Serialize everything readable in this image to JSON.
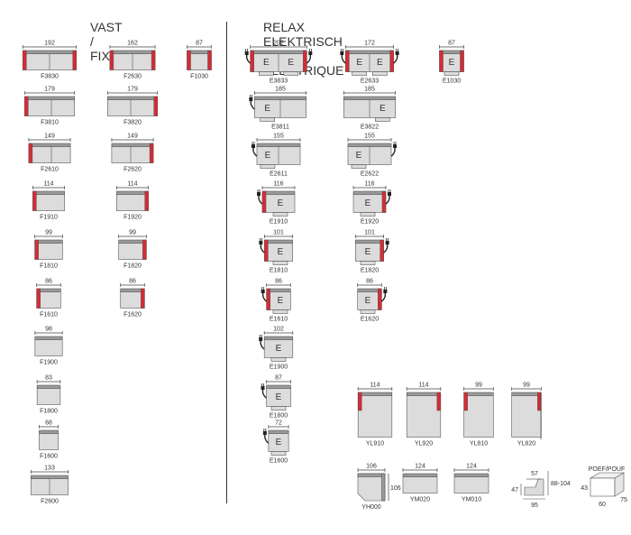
{
  "headings": {
    "fixed": "VAST / FIXE",
    "relax": "RELAX ELEKTRISCH / ELECTRIQUE"
  },
  "colors": {
    "body": "#dcdcdc",
    "back": "#9a9a9a",
    "stroke": "#555555",
    "arm": "#d62b35",
    "line": "#444444",
    "motor_letter": "#333333"
  },
  "motor_letter": "E",
  "fixed_models": [
    {
      "code": "F3830",
      "width": "192"
    },
    {
      "code": "F2630",
      "width": "162"
    },
    {
      "code": "F1030",
      "width": "87"
    },
    {
      "code": "F3810",
      "width": "179"
    },
    {
      "code": "F3820",
      "width": "179"
    },
    {
      "code": "F2610",
      "width": "149"
    },
    {
      "code": "F2620",
      "width": "149"
    },
    {
      "code": "F1910",
      "width": "114"
    },
    {
      "code": "F1920",
      "width": "114"
    },
    {
      "code": "F1810",
      "width": "99"
    },
    {
      "code": "F1820",
      "width": "99"
    },
    {
      "code": "F1610",
      "width": "86"
    },
    {
      "code": "F1620",
      "width": "86"
    },
    {
      "code": "F1900",
      "width": "98"
    },
    {
      "code": "F1800",
      "width": "83"
    },
    {
      "code": "F1600",
      "width": "68"
    },
    {
      "code": "F2600",
      "width": "133"
    }
  ],
  "relax_models": [
    {
      "code": "E3833",
      "width": "202"
    },
    {
      "code": "E2633",
      "width": "172"
    },
    {
      "code": "E1030",
      "width": "87"
    },
    {
      "code": "E3811",
      "width": "185"
    },
    {
      "code": "E3822",
      "width": "185"
    },
    {
      "code": "E2611",
      "width": "155"
    },
    {
      "code": "E2622",
      "width": "155"
    },
    {
      "code": "E1910",
      "width": "116"
    },
    {
      "code": "E1920",
      "width": "116"
    },
    {
      "code": "E1810",
      "width": "101"
    },
    {
      "code": "E1820",
      "width": "101"
    },
    {
      "code": "E1610",
      "width": "86"
    },
    {
      "code": "E1620",
      "width": "86"
    },
    {
      "code": "E1900",
      "width": "102"
    },
    {
      "code": "E1800",
      "width": "87"
    },
    {
      "code": "E1600",
      "width": "72"
    }
  ],
  "chaise_models": [
    {
      "code": "YL910",
      "width": "114"
    },
    {
      "code": "YL920",
      "width": "114"
    },
    {
      "code": "YL810",
      "width": "99"
    },
    {
      "code": "YL820",
      "width": "99"
    }
  ],
  "corner_models": [
    {
      "code": "YH000",
      "width": "106",
      "depth": "106"
    },
    {
      "code": "YM020",
      "width": "124"
    },
    {
      "code": "YM010",
      "width": "124"
    }
  ],
  "side_profile": {
    "depth": "57",
    "height": "47",
    "range": "88-104",
    "base": "95"
  },
  "pouf": {
    "title": "POEF/POUF",
    "height": "43",
    "width": "60",
    "depth": "75"
  }
}
